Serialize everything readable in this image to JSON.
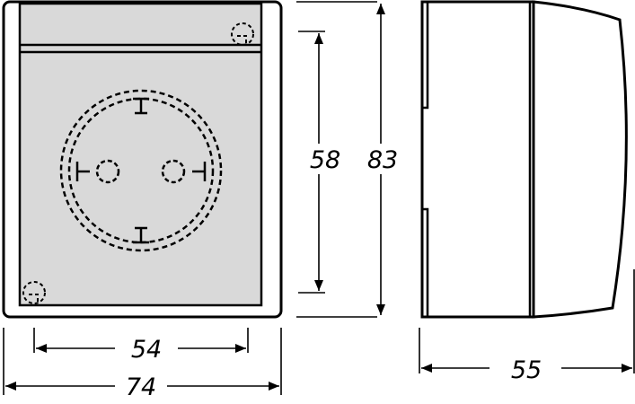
{
  "dimensions": {
    "front_inner_width": "54",
    "front_outer_width": "74",
    "inner_height": "58",
    "outer_height": "83",
    "side_depth": "55"
  },
  "views": [
    "front-view",
    "side-view"
  ],
  "colors": {
    "line": "#000000",
    "face": "#d9d9d9",
    "background": "#ffffff"
  }
}
